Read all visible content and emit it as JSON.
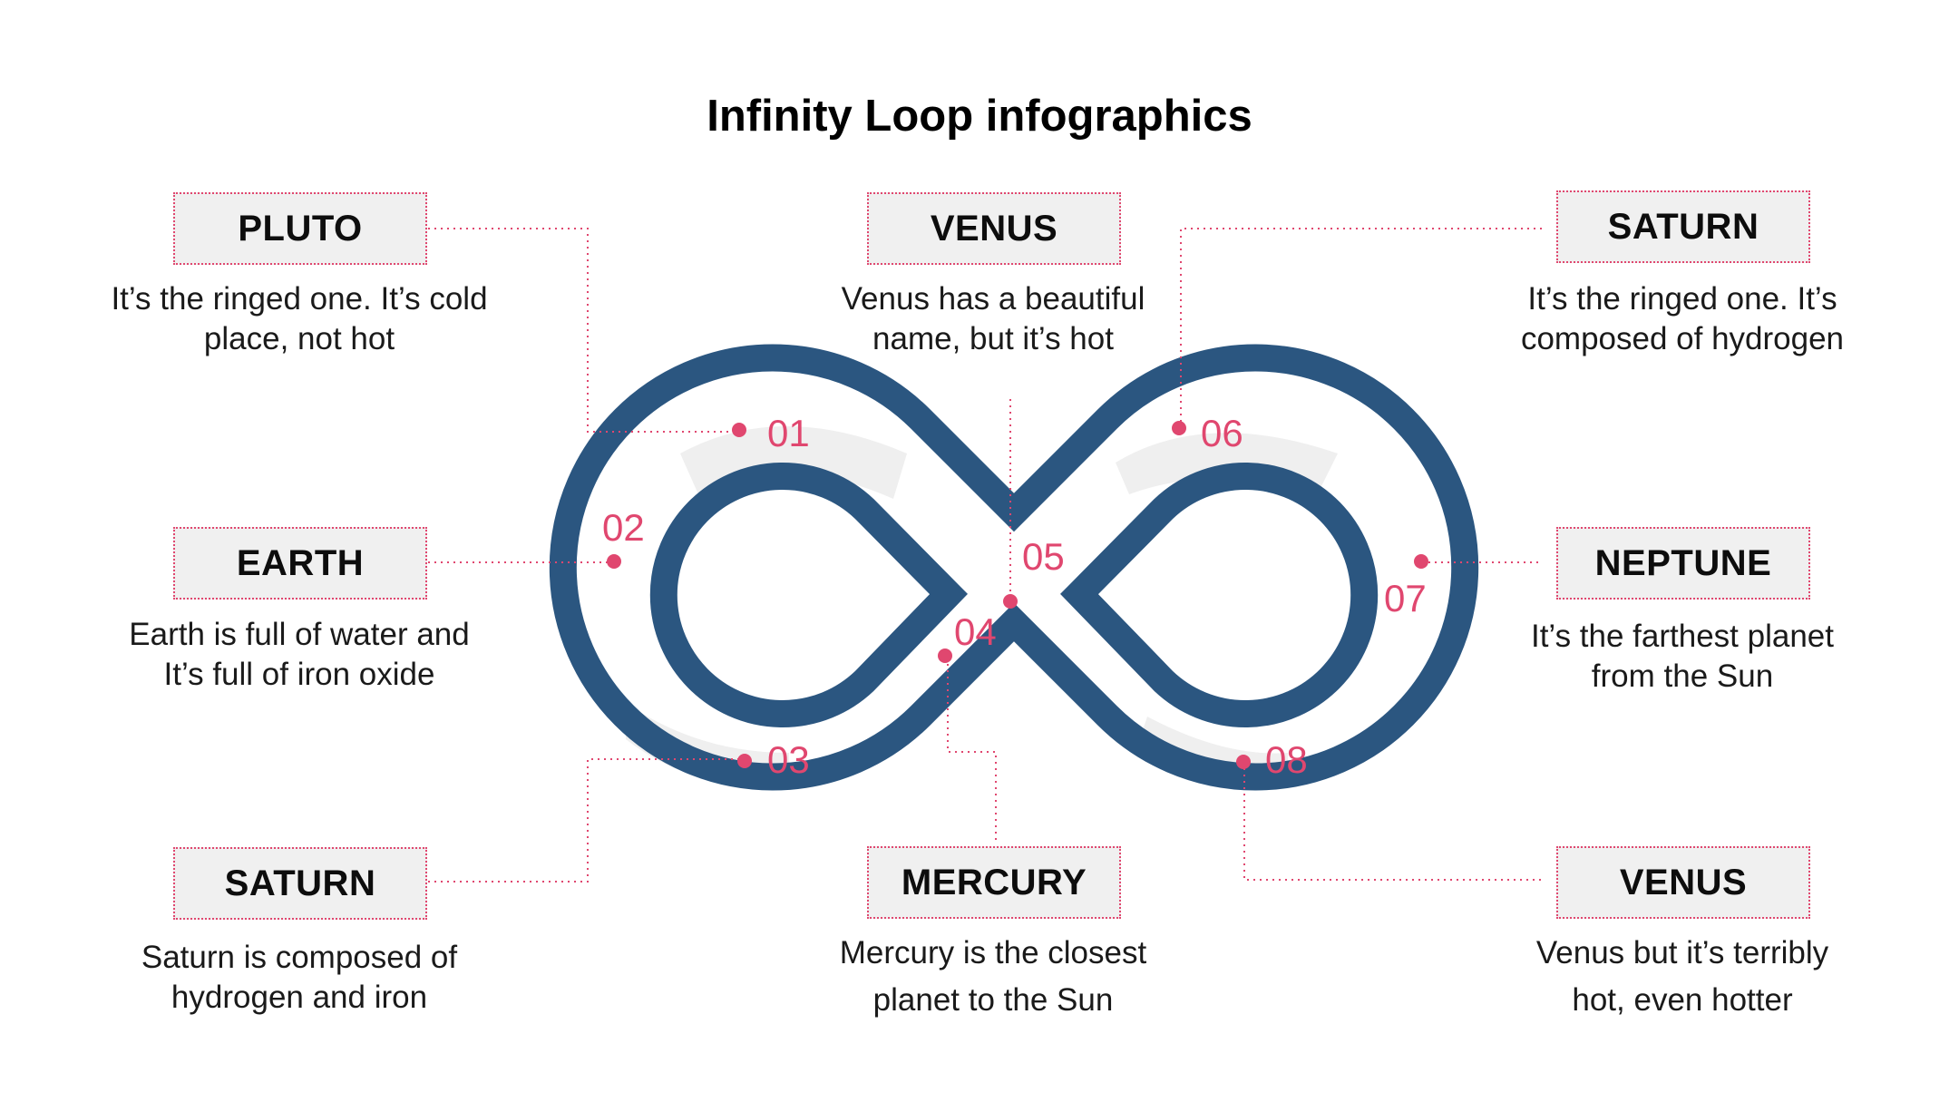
{
  "title": "Infinity Loop infographics",
  "colors": {
    "loop": "#2b5680",
    "accent": "#e0476f",
    "label_bg": "#f0f0f0",
    "highlight": "#efefef"
  },
  "items": [
    {
      "num": "01",
      "label": "PLUTO",
      "desc": [
        "It’s the ringed one. It’s cold",
        "place, not hot"
      ]
    },
    {
      "num": "02",
      "label": "EARTH",
      "desc": [
        "Earth is full of water and",
        "It’s full of iron oxide"
      ]
    },
    {
      "num": "03",
      "label": "SATURN",
      "desc": [
        "Saturn is composed of",
        "hydrogen and iron"
      ]
    },
    {
      "num": "04",
      "label": "MERCURY",
      "desc": [
        "Mercury is the closest",
        "planet to the Sun"
      ]
    },
    {
      "num": "05",
      "label": "VENUS",
      "desc": [
        "Venus has a beautiful",
        "name, but it’s hot"
      ]
    },
    {
      "num": "06",
      "label": "SATURN",
      "desc": [
        "It’s the ringed one. It’s",
        "composed of hydrogen"
      ]
    },
    {
      "num": "07",
      "label": "NEPTUNE",
      "desc": [
        "It’s the farthest  planet",
        "from the Sun"
      ]
    },
    {
      "num": "08",
      "label": "VENUS",
      "desc": [
        "Venus but it’s terribly",
        "hot, even hotter"
      ]
    }
  ]
}
